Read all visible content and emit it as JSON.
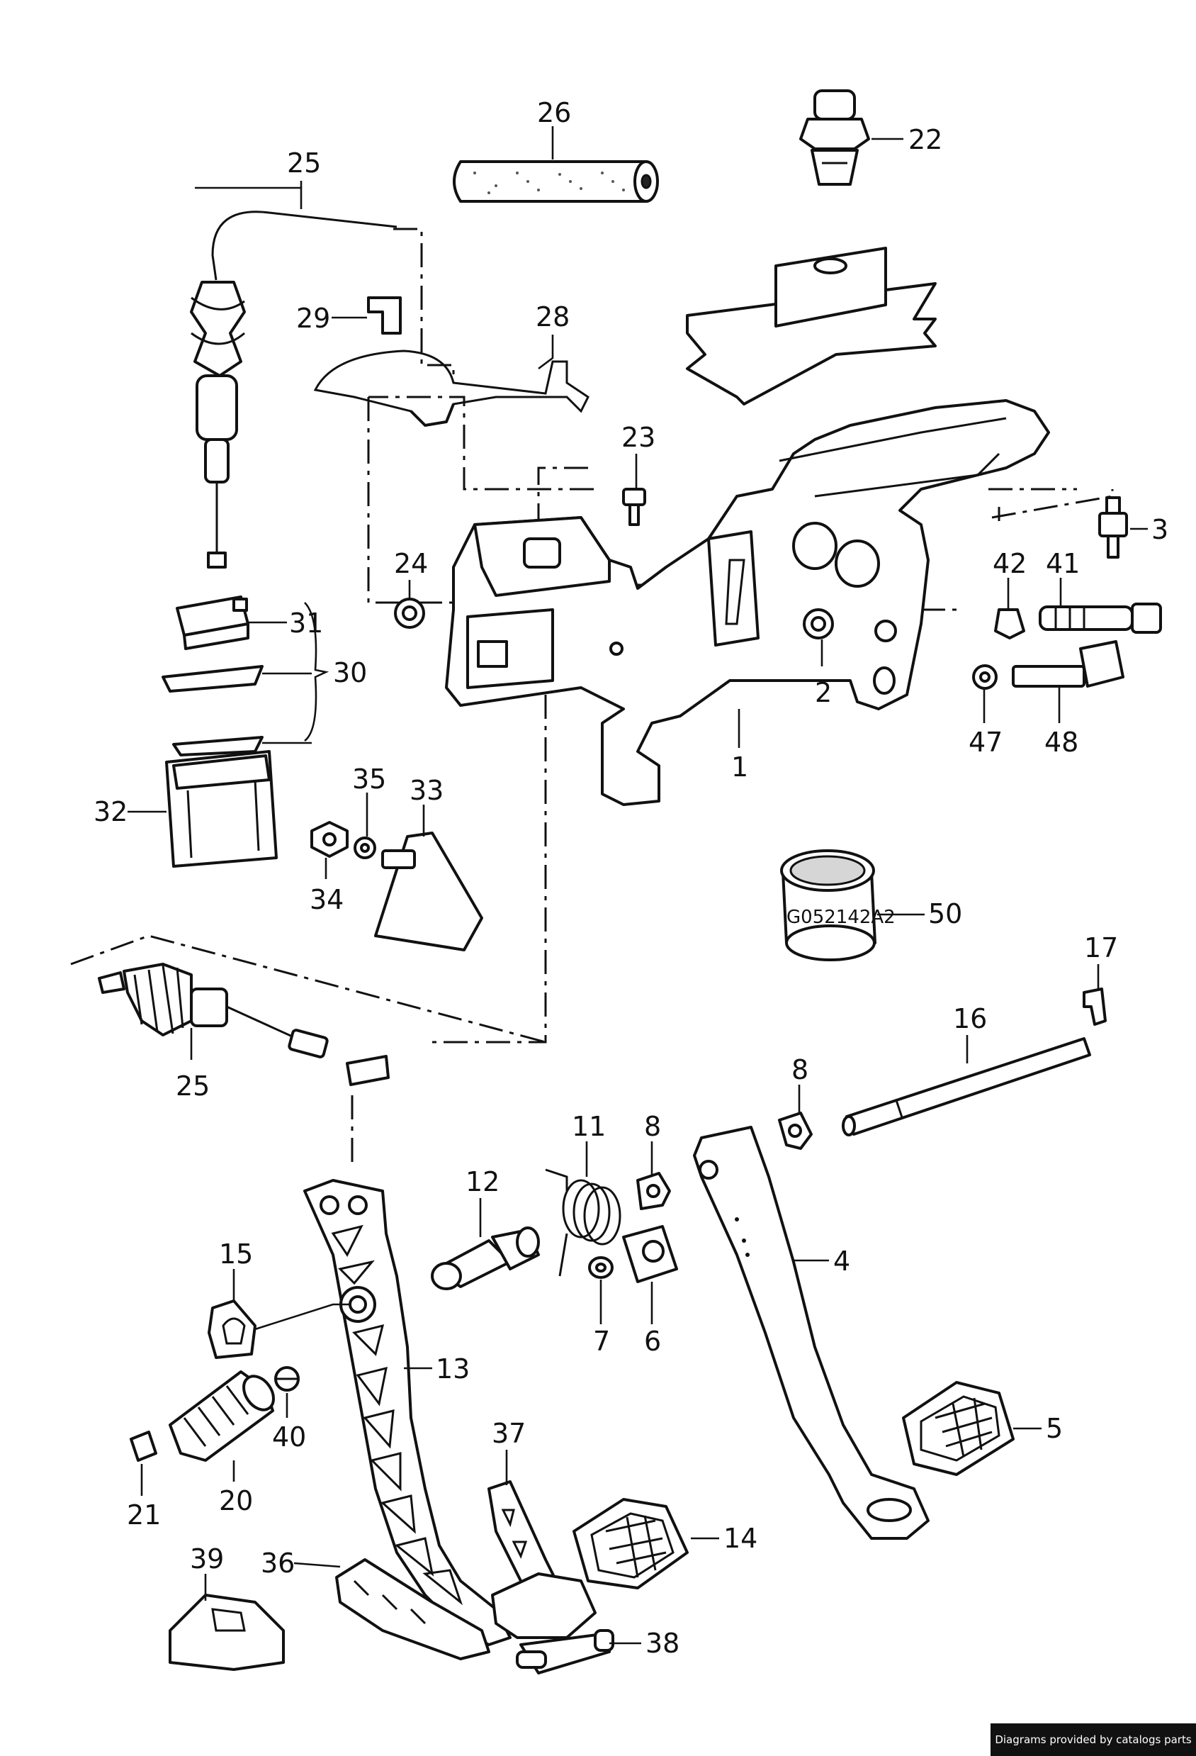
{
  "diagram": {
    "watermark_code": "G052142A2",
    "credit": "Diagrams provided by catalogs parts"
  },
  "callouts": {
    "c1": "1",
    "c2": "2",
    "c3": "3",
    "c4": "4",
    "c5": "5",
    "c6": "6",
    "c7": "7",
    "c8a": "8",
    "c8b": "8",
    "c11": "11",
    "c12": "12",
    "c13": "13",
    "c14": "14",
    "c15": "15",
    "c16": "16",
    "c17": "17",
    "c20": "20",
    "c21": "21",
    "c22": "22",
    "c23": "23",
    "c24": "24",
    "c25a": "25",
    "c25b": "25",
    "c26": "26",
    "c28": "28",
    "c29": "29",
    "c30": "30",
    "c31": "31",
    "c32": "32",
    "c33": "33",
    "c34": "34",
    "c35": "35",
    "c36": "36",
    "c37": "37",
    "c38": "38",
    "c39": "39",
    "c40": "40",
    "c41": "41",
    "c42": "42",
    "c47": "47",
    "c48": "48",
    "c50": "50"
  }
}
